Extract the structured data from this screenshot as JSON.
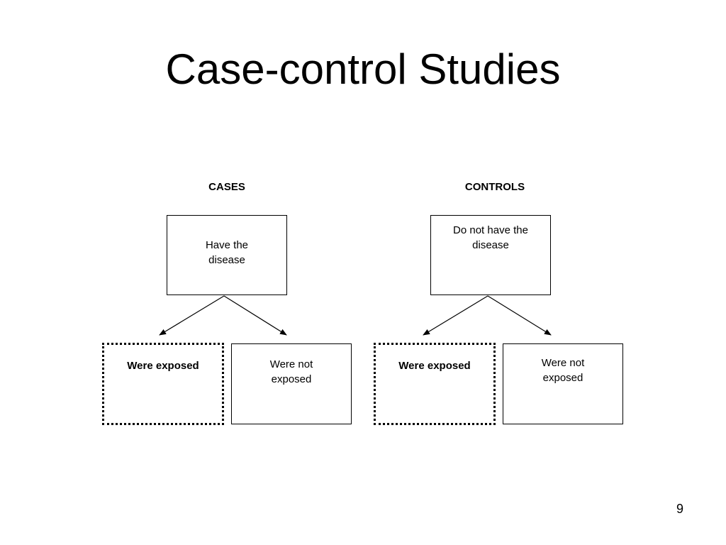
{
  "slide": {
    "title": "Case-control Studies",
    "page_number": "9"
  },
  "cases": {
    "heading": "CASES",
    "top_box": "Have the disease",
    "exposed_box": "Were exposed",
    "not_exposed_box": "Were not exposed"
  },
  "controls": {
    "heading": "CONTROLS",
    "top_box": "Do not have the disease",
    "exposed_box": "Were exposed",
    "not_exposed_box": "Were not exposed"
  }
}
